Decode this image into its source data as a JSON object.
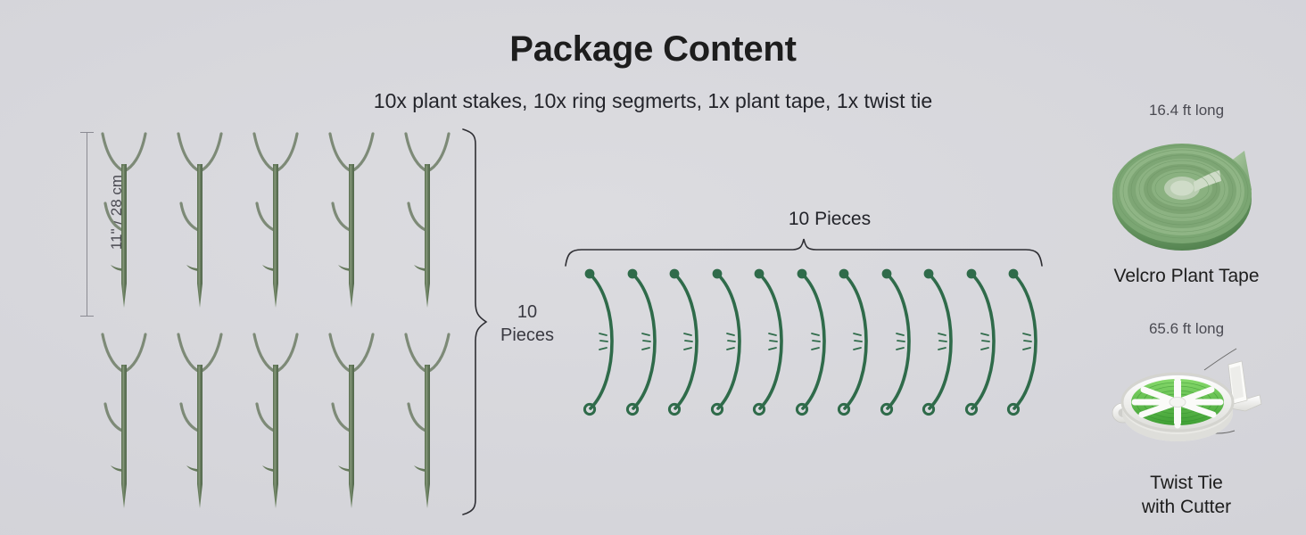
{
  "header": {
    "title": "Package Content",
    "subtitle": "10x plant stakes, 10x ring segmerts, 1x plant tape, 1x twist tie"
  },
  "stakes_section": {
    "dimension_label": "11\" / 28 cm",
    "quantity_line1": "10",
    "quantity_line2": "Pieces",
    "rows": 2,
    "per_row": 5,
    "count": 10,
    "color": "#6f8464"
  },
  "rings_section": {
    "quantity_label": "10 Pieces",
    "count": 11,
    "color": "#2f6b4a"
  },
  "tape_section": {
    "length_label": "16.4 ft long",
    "caption": "Velcro Plant Tape",
    "color": "#6a9a63"
  },
  "twist_tie_section": {
    "length_label": "65.6 ft long",
    "caption_line1": "Twist Tie",
    "caption_line2": "with Cutter",
    "wire_color": "#61c148",
    "spool_color": "#f2f2f0"
  },
  "theme": {
    "background": "#d6d6db",
    "text_dark": "#1d1d1d",
    "text_muted": "#4a4a52",
    "line": "#8b8b93"
  }
}
